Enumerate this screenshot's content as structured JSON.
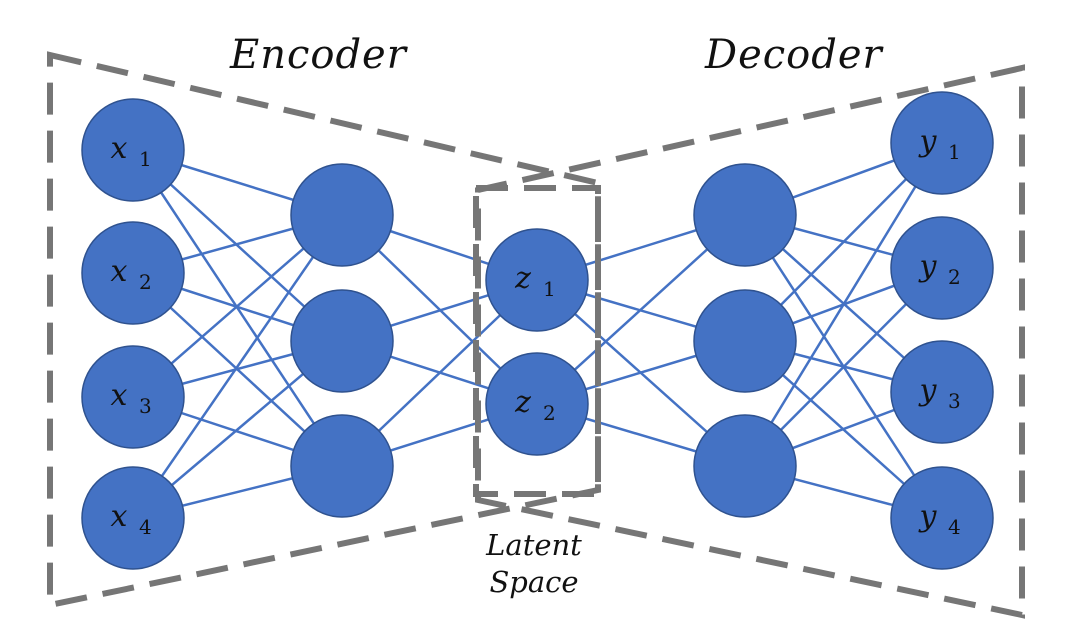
{
  "titles": {
    "encoder": "Encoder",
    "decoder": "Decoder",
    "latent_line1": "Latent",
    "latent_line2": "Space"
  },
  "layers": [
    {
      "id": "input",
      "labels": [
        {
          "v": "x",
          "s": "1"
        },
        {
          "v": "x",
          "s": "2"
        },
        {
          "v": "x",
          "s": "3"
        },
        {
          "v": "x",
          "s": "4"
        }
      ]
    },
    {
      "id": "enc_hidden",
      "labels": [
        null,
        null,
        null
      ]
    },
    {
      "id": "latent",
      "labels": [
        {
          "v": "z",
          "s": "1"
        },
        {
          "v": "z",
          "s": "2"
        }
      ]
    },
    {
      "id": "dec_hidden",
      "labels": [
        null,
        null,
        null
      ]
    },
    {
      "id": "output",
      "labels": [
        {
          "v": "y",
          "s": "1"
        },
        {
          "v": "y",
          "s": "2"
        },
        {
          "v": "y",
          "s": "3"
        },
        {
          "v": "y",
          "s": "4"
        }
      ]
    }
  ],
  "colors": {
    "node": "#4472c4",
    "edge": "#4472c4",
    "frame": "#767676"
  }
}
